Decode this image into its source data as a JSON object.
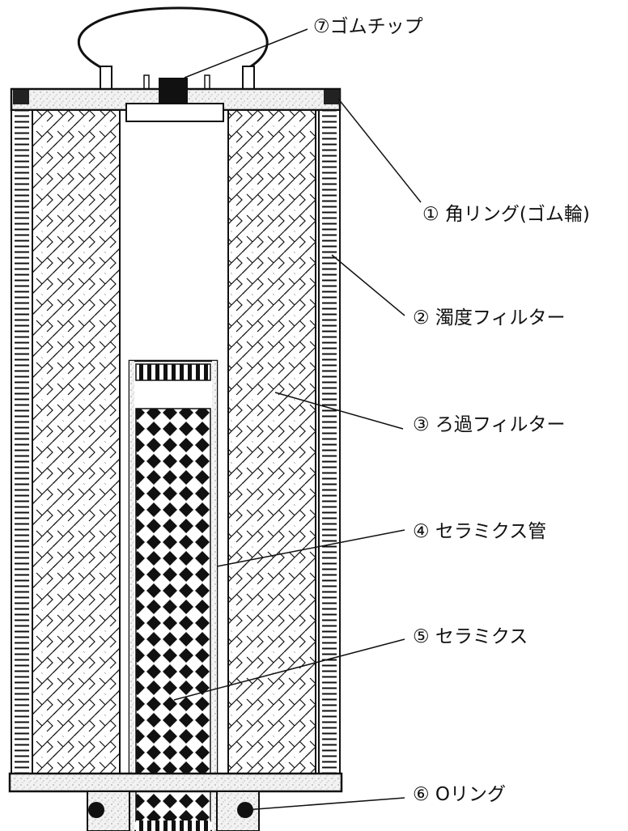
{
  "labels": {
    "rubber_tip": "⑦ゴムチップ",
    "square_ring": "① 角リング(ゴム輪)",
    "turbidity_filter": "② 濁度フィルター",
    "filtration_filter": "③ ろ過フィルター",
    "ceramic_tube": "④ セラミクス管",
    "ceramics": "⑤ セラミクス",
    "o_ring": "⑥ Oリング"
  },
  "colors": {
    "background": "#ffffff",
    "line": "#111111",
    "speckle": "#d9d9d9"
  }
}
